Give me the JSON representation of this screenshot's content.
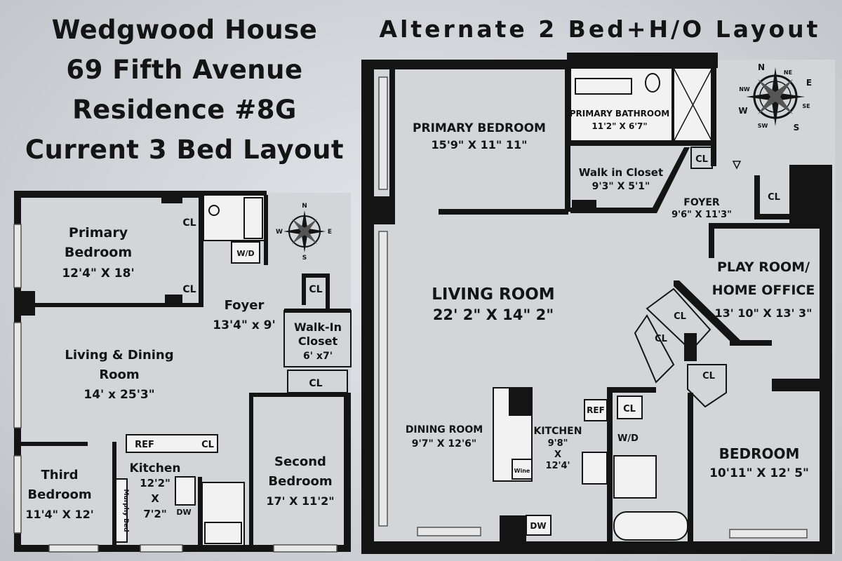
{
  "title": {
    "line1": "Wedgwood House",
    "line2": "69 Fifth Avenue",
    "line3": "Residence #8G",
    "line4": "Current 3 Bed Layout"
  },
  "alternate_title": "Alternate 2 Bed+H/O Layout",
  "current_plan": {
    "primary_bedroom": {
      "name1": "Primary",
      "name2": "Bedroom",
      "size": "12'4\" X 18'"
    },
    "closet_label": "CL",
    "washer_dryer": "W/D",
    "foyer": {
      "name": "Foyer",
      "size": "13'4\" x 9'"
    },
    "walk_in_closet": {
      "name1": "Walk-In",
      "name2": "Closet",
      "size": "6' x7'"
    },
    "living_dining": {
      "name1": "Living & Dining",
      "name2": "Room",
      "size": "14' x 25'3\""
    },
    "refrigerator": "REF",
    "kitchen": {
      "name": "Kitchen",
      "w": "12'2\"",
      "x": "X",
      "h": "7'2\""
    },
    "dishwasher": "DW",
    "third_bedroom": {
      "name1": "Third",
      "name2": "Bedroom",
      "size": "11'4\" X 12'"
    },
    "murphy_bed": "Murphy Bed",
    "second_bedroom": {
      "name1": "Second",
      "name2": "Bedroom",
      "size": "17' X 11'2\""
    }
  },
  "alternate_plan": {
    "primary_bedroom": {
      "name": "PRIMARY BEDROOM",
      "size": "15'9\" X 11\" 11\""
    },
    "primary_bathroom": {
      "name": "PRIMARY BATHROOM",
      "size": "11'2\" X 6'7\""
    },
    "walk_in_closet": {
      "name": "Walk in Closet",
      "size": "9'3\" X 5'1\""
    },
    "closet_label": "CL",
    "foyer": {
      "name": "FOYER",
      "size": "9'6\" X 11'3\""
    },
    "living_room": {
      "name": "LIVING ROOM",
      "size": "22' 2\" X 14\" 2\""
    },
    "play_room": {
      "name1": "PLAY ROOM/",
      "name2": "HOME OFFICE",
      "size": "13' 10\" X 13' 3\""
    },
    "dining_room": {
      "name": "DINING ROOM",
      "size": "9'7\" X 12'6\""
    },
    "kitchen": {
      "name": "KITCHEN",
      "w": "9'8\"",
      "x": "X",
      "h": "12'4'"
    },
    "refrigerator": "REF",
    "wine": "Wine",
    "washer_dryer": "W/D",
    "dishwasher": "DW",
    "bedroom": {
      "name": "BEDROOM",
      "size": "10'11\" X 12' 5\""
    }
  },
  "compass": {
    "n": "N",
    "ne": "NE",
    "e": "E",
    "se": "SE",
    "s": "S",
    "sw": "SW",
    "w": "W",
    "nw": "NW"
  }
}
